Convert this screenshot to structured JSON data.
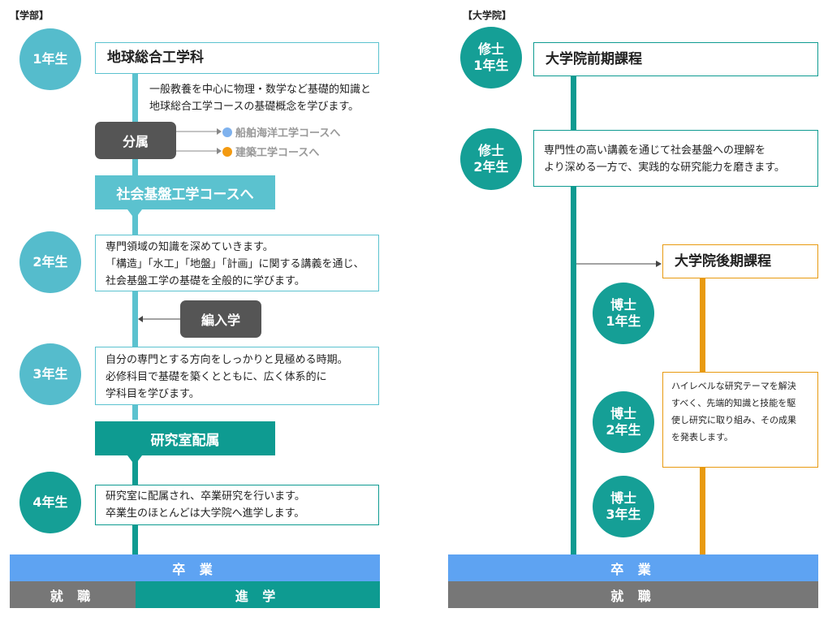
{
  "undergrad": {
    "section_label": "【学部】",
    "year1": {
      "label": "1年生",
      "title": "地球総合工学科",
      "desc_lines": [
        "一般教養を中心に物理・数学など基礎的知識と",
        "地球総合工学コースの基礎概念を学びます。"
      ]
    },
    "assignment": {
      "label": "分属",
      "branches": [
        {
          "label": "船舶海洋工学コースへ",
          "color": "#7fb2ee"
        },
        {
          "label": "建築工学コースへ",
          "color": "#f39a11"
        }
      ]
    },
    "course_banner": "社会基盤工学コースへ",
    "year2": {
      "label": "2年生",
      "lines": [
        "専門領域の知識を深めていきます。",
        "「構造」「水工」「地盤」「計画」に関する講義を通じ、",
        "社会基盤工学の基礎を全般的に学びます。"
      ]
    },
    "transfer": "編入学",
    "year3": {
      "label": "3年生",
      "lines": [
        "自分の専門とする方向をしっかりと見極める時期。",
        "必修科目で基礎を築くとともに、広く体系的に",
        "学科目を学びます。"
      ]
    },
    "lab_banner": "研究室配属",
    "year4": {
      "label": "4年生",
      "lines": [
        "研究室に配属され、卒業研究を行います。",
        "卒業生のほとんどは大学院へ進学します。"
      ]
    },
    "graduation": "卒 業",
    "employment": "就 職",
    "advancement": "進 学"
  },
  "graduate": {
    "section_label": "【大学院】",
    "m1": {
      "label_lines": [
        "修士",
        "1年生"
      ],
      "title": "大学院前期課程"
    },
    "m2": {
      "label_lines": [
        "修士",
        "2年生"
      ],
      "lines": [
        "専門性の高い講義を通じて社会基盤への理解を",
        "より深める一方で、実践的な研究能力を磨きます。"
      ]
    },
    "doctoral": {
      "title": "大学院後期課程",
      "lines": [
        "ハイレベルな研究テーマを解決",
        "すべく、先端的知識と技能を駆",
        "使し研究に取り組み、その成果",
        "を発表します。"
      ]
    },
    "d1": {
      "label_lines": [
        "博士",
        "1年生"
      ]
    },
    "d2": {
      "label_lines": [
        "博士",
        "2年生"
      ]
    },
    "d3": {
      "label_lines": [
        "博士",
        "3年生"
      ]
    },
    "graduation": "卒 業",
    "employment": "就 職"
  },
  "colors": {
    "light_teal": "#5bc2cf",
    "dark_teal": "#0e9b91",
    "orange": "#e89a10",
    "blue": "#5ea3f2",
    "gray": "#777777"
  }
}
